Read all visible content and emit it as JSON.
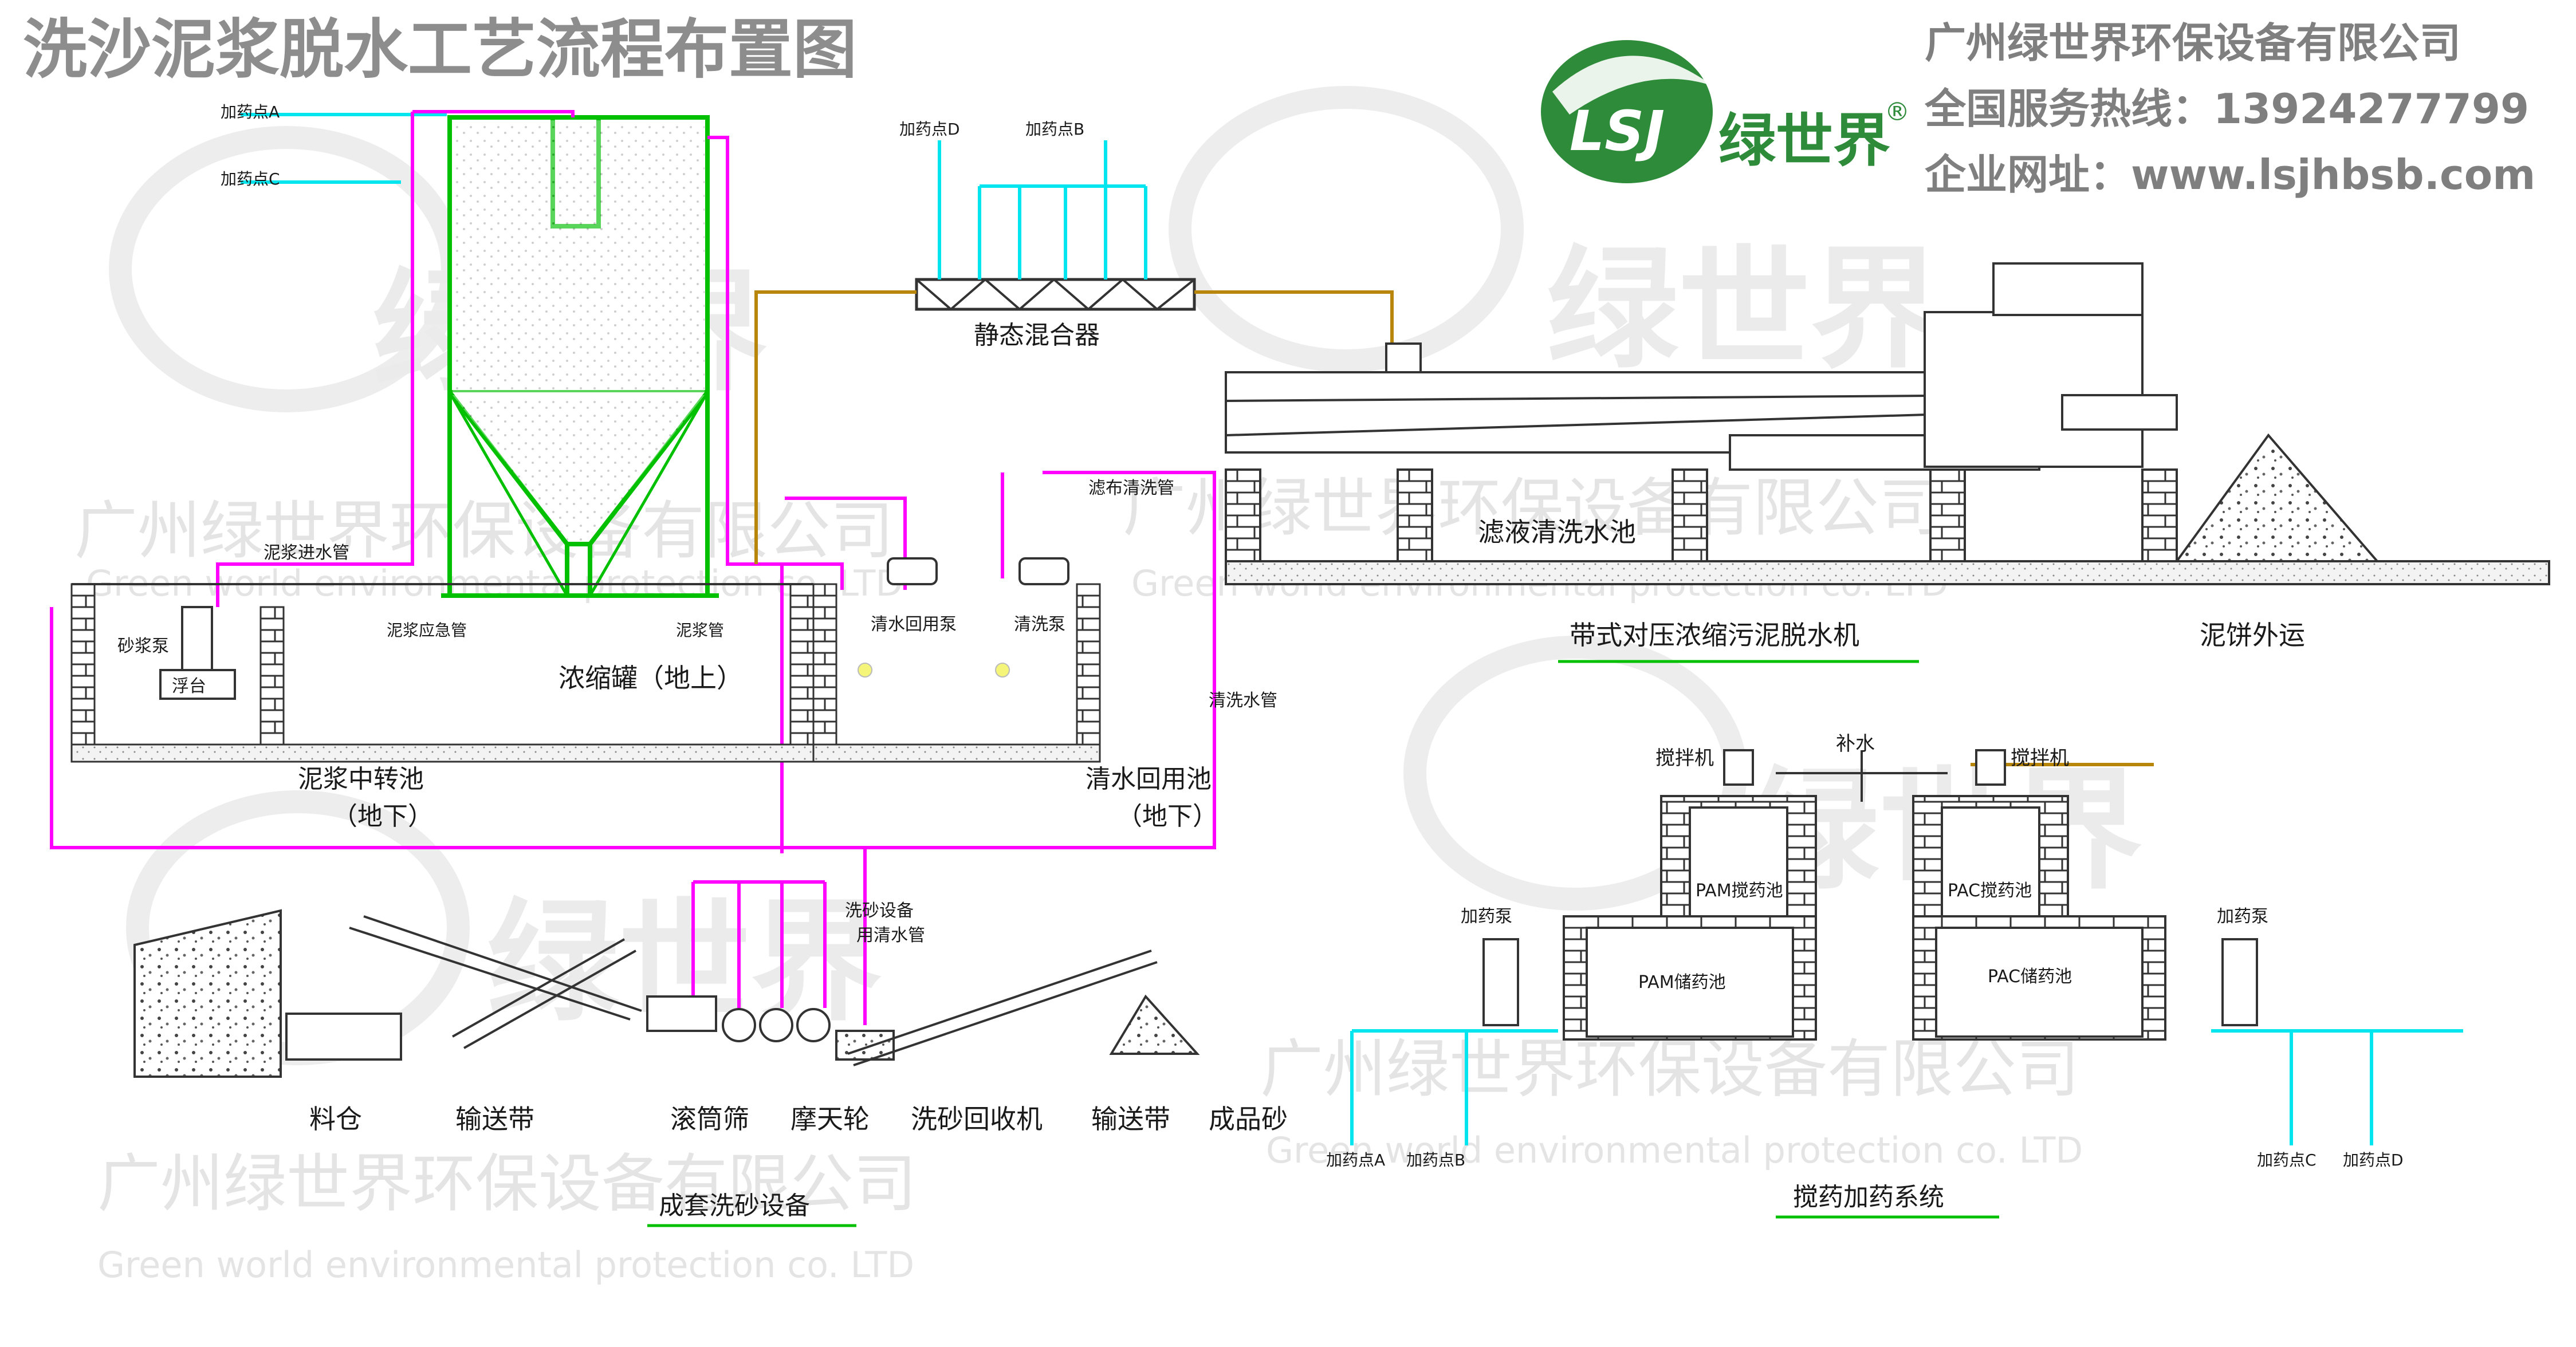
{
  "header": {
    "title": "洗沙泥浆脱水工艺流程布置图",
    "company": "广州绿世界环保设备有限公司",
    "hotline": "全国服务热线：13924277799",
    "website": "企业网址：www.lsjhbsb.com"
  },
  "logo": {
    "mark": "LSJ",
    "text": "绿世界",
    "registered": "®"
  },
  "watermark": {
    "company": "广州绿世界环保设备有限公司",
    "english": "Green world environmental protection co. LTD",
    "brand": "绿世界"
  },
  "labels": {
    "dose_a": "加药点A",
    "dose_c": "加药点C",
    "dose_d": "加药点D",
    "dose_b": "加药点B",
    "static_mixer": "静态混合器",
    "sludge_inlet": "泥浆进水管",
    "emergency_pipe": "泥浆应急管",
    "slurry_pipe": "泥浆管",
    "thickener": "浓缩罐（地上）",
    "sand_pump": "砂浆泵",
    "float_platform": "浮台",
    "transfer_pool_1": "泥浆中转池",
    "transfer_pool_2": "（地下）",
    "clear_pump": "清水回用泵",
    "wash_pump": "清洗泵",
    "clear_pool_1": "清水回用池",
    "clear_pool_2": "（地下）",
    "cloth_wash_pipe": "滤布清洗管",
    "filtrate_pool": "滤液清洗水池",
    "wash_water_pipe": "清洗水管",
    "belt_press": "带式对压浓缩污泥脱水机",
    "cake_out": "泥饼外运",
    "sand_equip_pipe_1": "洗砂设备",
    "sand_equip_pipe_2": "用清水管",
    "hopper": "料仓",
    "conveyor_1": "输送带",
    "drum_screen": "滚筒筛",
    "ferris_wheel": "摩天轮",
    "sand_recovery": "洗砂回收机",
    "conveyor_2": "输送带",
    "product_sand": "成品砂",
    "sand_set": "成套洗砂设备",
    "mixer_1": "搅拌机",
    "mixer_2": "搅拌机",
    "make_up": "补水",
    "pam_mix": "PAM搅药池",
    "pac_mix": "PAC搅药池",
    "pam_store": "PAM储药池",
    "pac_store": "PAC储药池",
    "dose_pump_1": "加药泵",
    "dose_pump_2": "加药泵",
    "out_a": "加药点A",
    "out_b": "加药点B",
    "out_c": "加药点C",
    "out_d": "加药点D",
    "dosing_system": "搅药加药系统"
  },
  "colors": {
    "title": "#8d8d8d",
    "company_text": "#7f7f7f",
    "logo_green": "#2e8b3a",
    "sludge_pipe": "#ff00ff",
    "dosing_pipe": "#00ffff",
    "clear_water": "#ff00ff",
    "structure": "#1a1a1a",
    "tank_green": "#00c000",
    "brown_pipe": "#b8860b",
    "underline_green": "#00c000",
    "watermark": "#ececec"
  }
}
